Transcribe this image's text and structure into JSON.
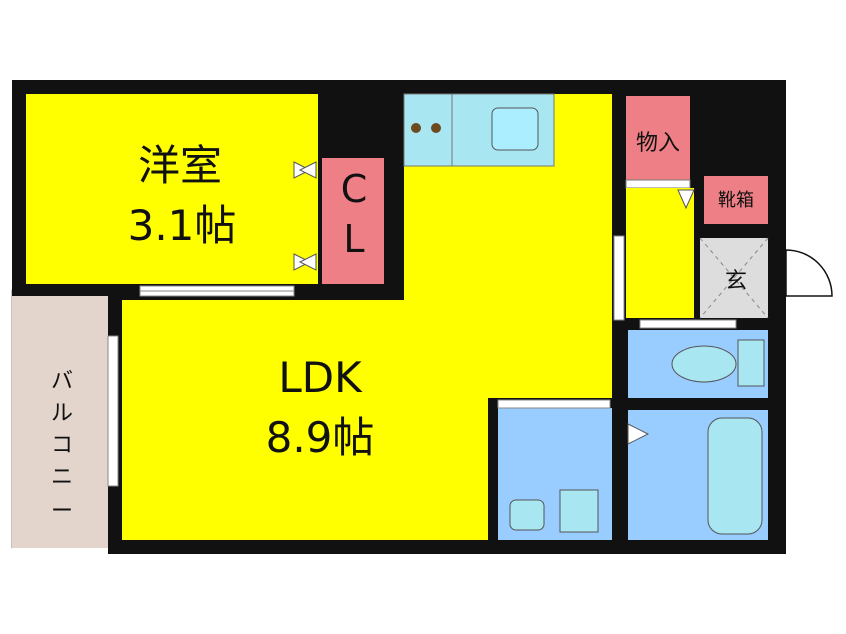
{
  "colors": {
    "wall": "#111111",
    "room": "#ffff00",
    "wet": "#99ccff",
    "storage": "#ee7f86",
    "balcony": "#e3d5cc",
    "entrance": "#dddddd",
    "fixture": "#a8e6f2"
  },
  "rooms": {
    "western": {
      "name": "洋室",
      "size": "3.1帖"
    },
    "ldk": {
      "name": "LDK",
      "size": "8.9帖"
    },
    "closet": {
      "line1": "C",
      "line2": "L"
    },
    "storage": {
      "label": "物入"
    },
    "shoe": {
      "label": "靴箱"
    },
    "entrance": {
      "label": "玄"
    },
    "balcony": {
      "chars": [
        "バ",
        "ル",
        "コ",
        "ニ",
        "ー"
      ]
    }
  }
}
